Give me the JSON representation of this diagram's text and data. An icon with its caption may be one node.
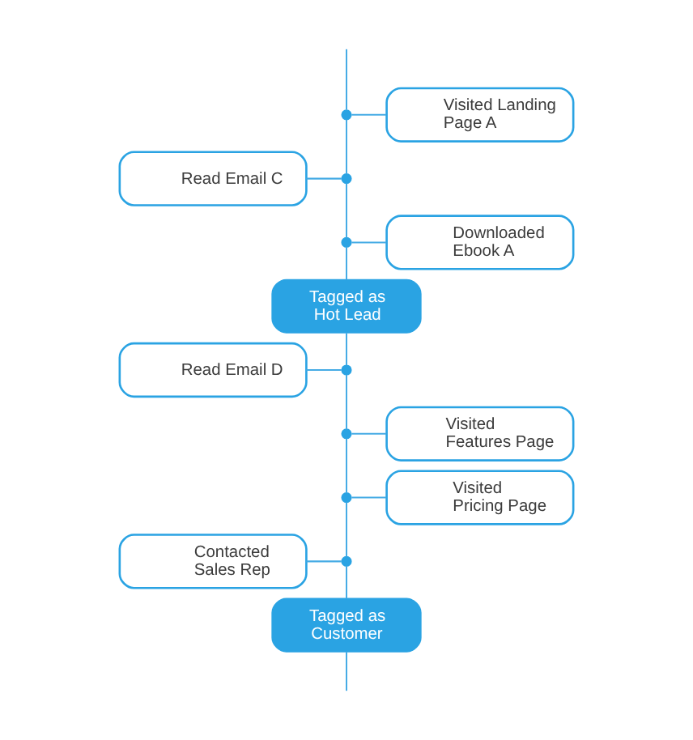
{
  "diagram": {
    "nodes": [
      {
        "text": [],
        "shape": "circle"
      },
      {
        "text": [
          "Visited Landing Page A"
        ]
      },
      {
        "text": [
          "Read Email C"
        ]
      },
      {
        "text": [],
        "shape": "circle"
      },
      {
        "text": [],
        "shape": "circle"
      },
      {
        "text": [
          "Downloaded Ebook A"
        ]
      },
      {
        "text": [
          "Tagged as Hot Lead"
        ]
      },
      {
        "text": [
          "Read Email D"
        ]
      },
      {
        "text": [],
        "shape": "circle"
      },
      {
        "text": [],
        "shape": "circle"
      },
      {
        "text": [
          "Visited Features Page"
        ]
      },
      {
        "text": [],
        "shape": "circle"
      },
      {
        "text": [
          "Visited Pricing Page"
        ]
      },
      {
        "text": [
          "Contacted Sales Rep"
        ]
      },
      {
        "text": [],
        "shape": "circle"
      },
      {
        "text": [
          "Tagged as Customer"
        ]
      }
    ],
    "edges": [
      {
        "from": null,
        "to": 0,
        "arrow": "none"
      },
      {
        "from": 0,
        "to": 1,
        "arrow": "none"
      },
      {
        "from": 0,
        "to": 3,
        "arrow": "none"
      },
      {
        "from": 2,
        "to": 3,
        "arrow": "none"
      },
      {
        "from": 3,
        "to": 4,
        "arrow": "none"
      },
      {
        "from": 4,
        "to": 5,
        "arrow": "none"
      },
      {
        "from": 4,
        "to": 6,
        "arrow": "none"
      },
      {
        "from": 6,
        "to": 8,
        "arrow": "none"
      },
      {
        "from": 7,
        "to": 8,
        "arrow": "none"
      },
      {
        "from": 8,
        "to": 9,
        "arrow": "none"
      },
      {
        "from": 9,
        "to": 10,
        "arrow": "none"
      },
      {
        "from": 9,
        "to": 11,
        "arrow": "none"
      },
      {
        "from": 11,
        "to": 12,
        "arrow": "none"
      },
      {
        "from": 11,
        "to": 14,
        "arrow": "none"
      },
      {
        "from": 13,
        "to": 14,
        "arrow": "none"
      },
      {
        "from": 14,
        "to": 15,
        "arrow": "none"
      },
      {
        "from": 15,
        "to": null,
        "arrow": "none"
      }
    ]
  }
}
